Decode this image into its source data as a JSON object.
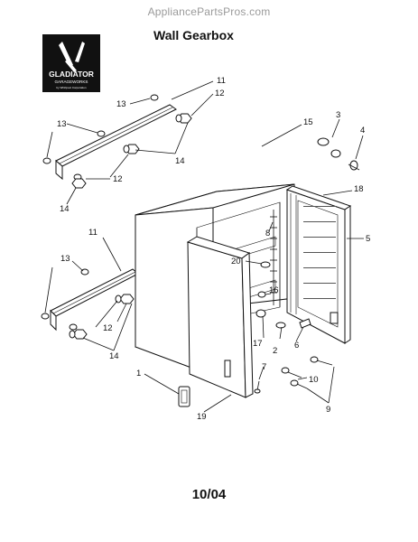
{
  "watermark": "AppliancePartsPros.com",
  "title": "Wall Gearbox",
  "date_code": "10/04",
  "logo": {
    "brand": "GLADIATOR",
    "sub": "GARAGEWORKS",
    "tagline": "by Whirlpool Corporation",
    "icon": "gladiator-emblem-icon",
    "background": "#111111"
  },
  "callouts": {
    "c1": "1",
    "c2": "2",
    "c3": "3",
    "c4": "4",
    "c5": "5",
    "c6": "6",
    "c7": "7",
    "c8": "8",
    "c9": "9",
    "c10": "10",
    "c11a": "11",
    "c11b": "11",
    "c12a": "12",
    "c12b": "12",
    "c12c": "12",
    "c13a": "13",
    "c13b": "13",
    "c13c": "13",
    "c14a": "14",
    "c14b": "14",
    "c14c": "14",
    "c15": "15",
    "c16": "16",
    "c17": "17",
    "c18": "18",
    "c19": "19",
    "c20": "20"
  }
}
